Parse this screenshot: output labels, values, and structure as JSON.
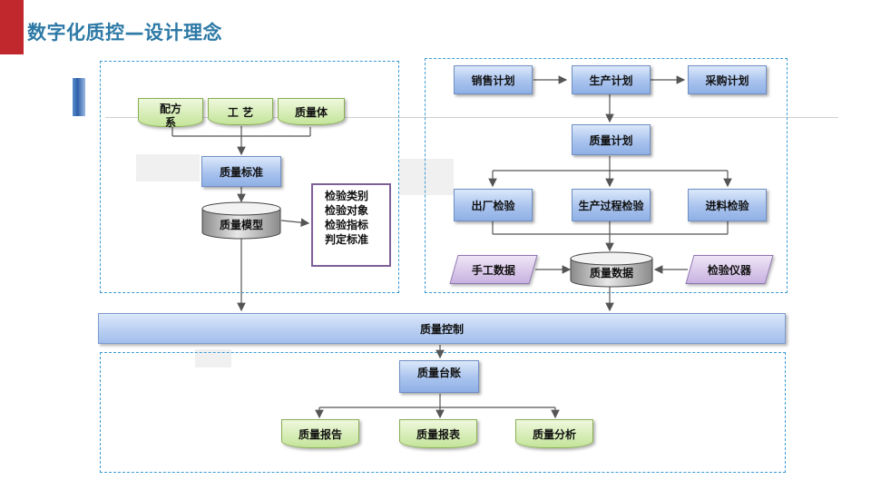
{
  "page": {
    "title": "数字化质控—设计理念"
  },
  "left_panel": {
    "inputs": [
      "配方系",
      "工 艺",
      "质量体"
    ],
    "standard": "质量标准",
    "model": "质量模型",
    "note_lines": [
      "检验类别",
      "检验对象",
      "检验指标",
      "判定标准"
    ]
  },
  "right_panel": {
    "plans": [
      "销售计划",
      "生产计划",
      "采购计划"
    ],
    "quality_plan": "质量计划",
    "inspections": [
      "出厂检验",
      "生产过程检验",
      "进料检验"
    ],
    "manual_data": "手工数据",
    "quality_data": "质量数据",
    "instruments": "检验仪器"
  },
  "quality_control": "质量控制",
  "bottom_panel": {
    "ledger": "质量台账",
    "outputs": [
      "质量报告",
      "质量报表",
      "质量分析"
    ]
  },
  "colors": {
    "accent_red": "#c0282d",
    "title_blue": "#2d79a6",
    "panel_border": "#3b9ad6"
  }
}
